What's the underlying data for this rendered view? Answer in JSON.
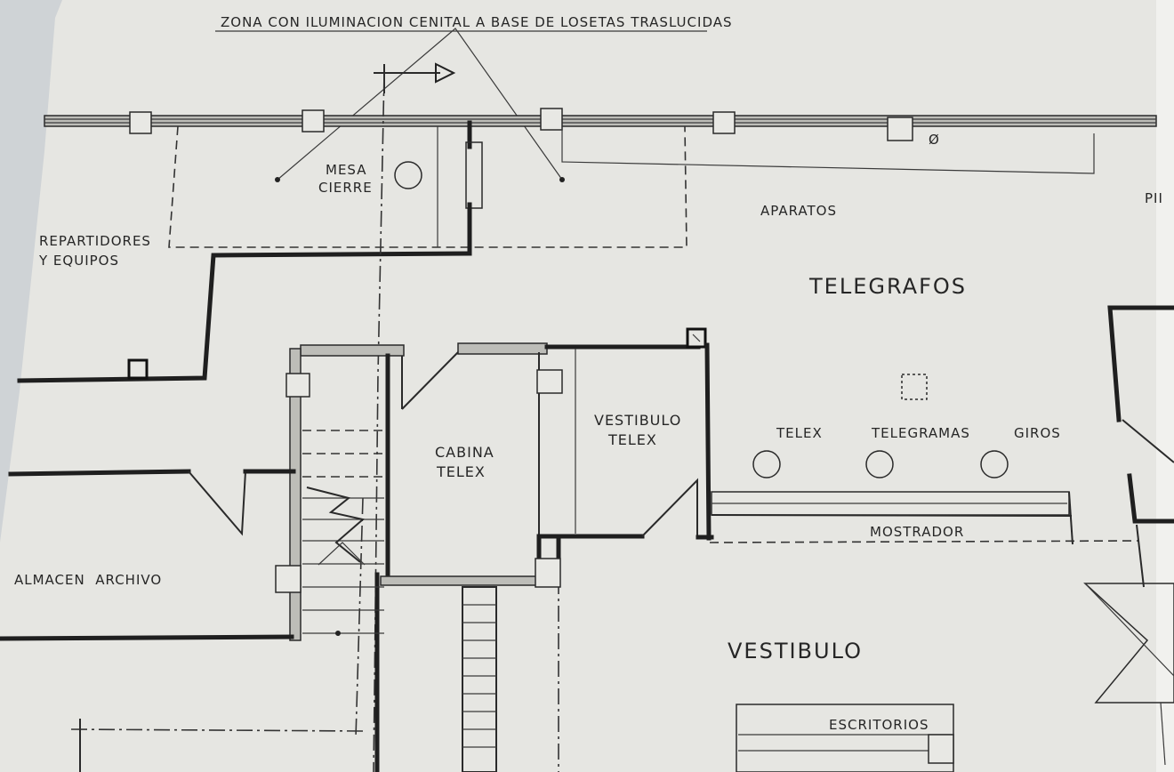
{
  "plan": {
    "header_note": "ZONA CON ILUMINACION CENITAL A BASE DE LOSETAS TRASLUCIDAS",
    "rooms": {
      "mesa_line1": "MESA",
      "mesa_line2": "CIERRE",
      "repartidores_line1": "REPARTIDORES",
      "repartidores_line2": "Y EQUIPOS",
      "aparatos": "APARATOS",
      "telegrafos": "TELEGRAFOS",
      "corner_mark": "PII",
      "vestibulo_telex_line1": "VESTIBULO",
      "vestibulo_telex_line2": "TELEX",
      "cabina_telex_line1": "CABINA",
      "cabina_telex_line2": "TELEX",
      "almacen_archivo": "ALMACEN  ARCHIVO",
      "vestibulo": "VESTIBULO",
      "escritorios": "ESCRITORIOS"
    },
    "counter": {
      "label": "MOSTRADOR",
      "windows": [
        "TELEX",
        "TELEGRAMAS",
        "GIROS"
      ]
    },
    "pillar_mark": "Ø",
    "colors": {
      "paper": "#e6e6e2",
      "ink": "#1f1f1f"
    }
  }
}
